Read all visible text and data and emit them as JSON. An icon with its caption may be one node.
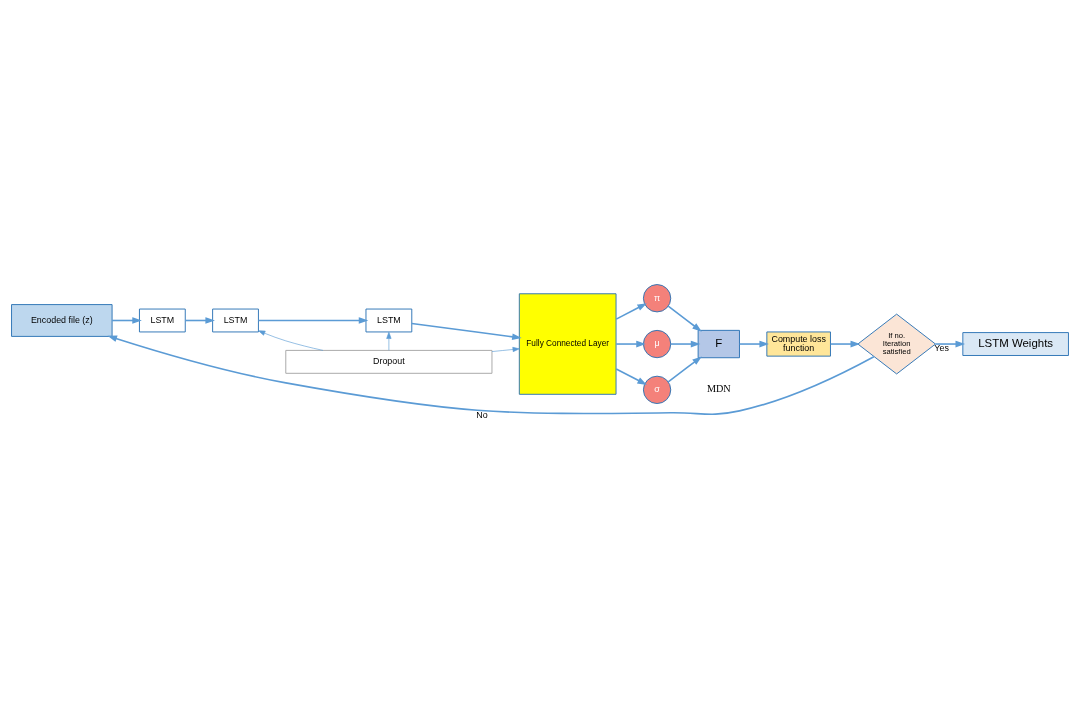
{
  "diagram": {
    "nodes": [
      {
        "text": [
          "Encoded file (z)"
        ]
      },
      {
        "text": [
          "LSTM"
        ]
      },
      {
        "text": [
          "LSTM"
        ]
      },
      {
        "text": [
          "LSTM"
        ]
      },
      {
        "text": [
          "Dropout"
        ]
      },
      {
        "text": [
          "Fully Connected Layer"
        ]
      },
      {
        "text": [
          "π"
        ]
      },
      {
        "text": [
          "μ"
        ]
      },
      {
        "text": [
          "σ"
        ]
      },
      {
        "text": [
          "F"
        ]
      },
      {
        "text": [
          "Compute loss function"
        ]
      },
      {
        "text": [
          "If no. Iteration satisfied"
        ]
      },
      {
        "text": [
          "LSTM Weights"
        ]
      }
    ],
    "edges": [
      {
        "from": 0,
        "to": 1,
        "arrow": "to"
      },
      {
        "from": 1,
        "to": 2,
        "arrow": "to"
      },
      {
        "from": 2,
        "to": 3,
        "arrow": "to"
      },
      {
        "from": 3,
        "to": 5,
        "arrow": "to"
      },
      {
        "from": 4,
        "to": 2,
        "arrow": "to"
      },
      {
        "from": 4,
        "to": 3,
        "arrow": "to"
      },
      {
        "from": 4,
        "to": 5,
        "arrow": "to"
      },
      {
        "from": 5,
        "to": 6,
        "arrow": "to"
      },
      {
        "from": 5,
        "to": 7,
        "arrow": "to"
      },
      {
        "from": 5,
        "to": 8,
        "arrow": "to"
      },
      {
        "from": 6,
        "to": 9,
        "arrow": "to"
      },
      {
        "from": 7,
        "to": 9,
        "arrow": "to"
      },
      {
        "from": 8,
        "to": 9,
        "arrow": "to"
      },
      {
        "from": 9,
        "to": 10,
        "arrow": "to"
      },
      {
        "from": 10,
        "to": 11,
        "arrow": "to"
      },
      {
        "from": 11,
        "to": 0,
        "arrow": "to",
        "label": "No"
      },
      {
        "from": 11,
        "to": 12,
        "arrow": "to",
        "label": "Yes"
      }
    ],
    "labels": [
      "MDN"
    ]
  }
}
